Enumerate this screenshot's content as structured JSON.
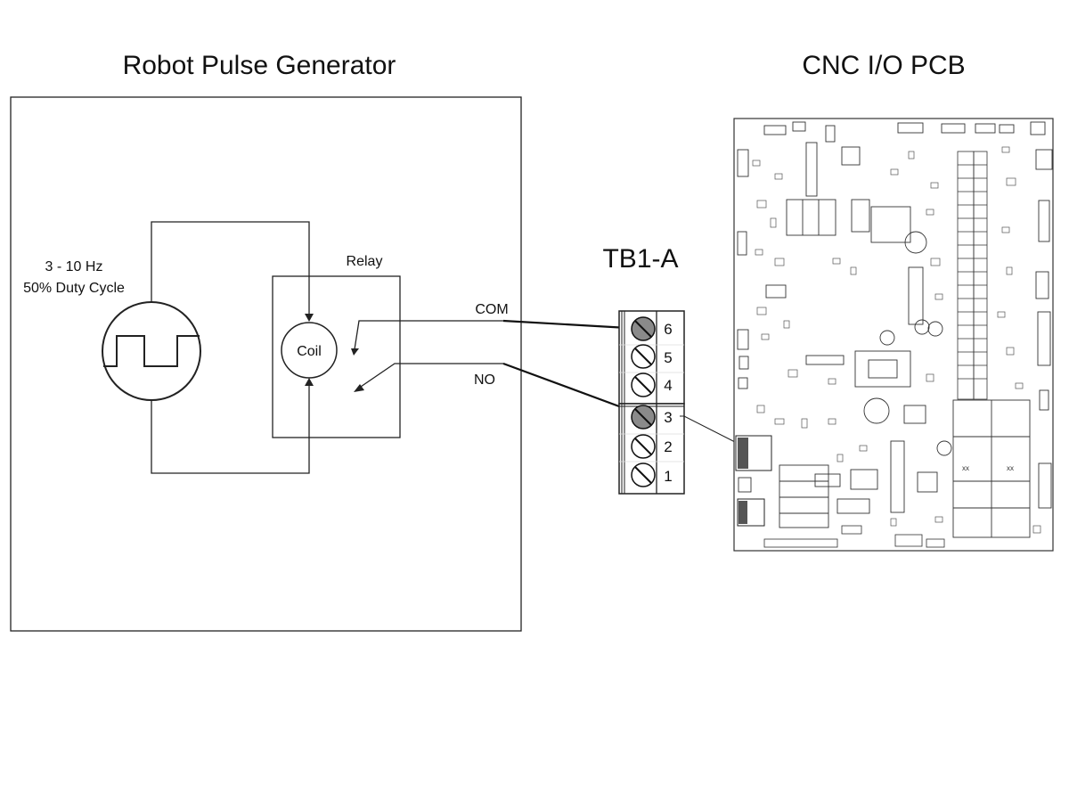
{
  "pulse_generator": {
    "title": "Robot Pulse Generator",
    "signal_frequency": "3 - 10 Hz",
    "signal_duty": "50% Duty Cycle"
  },
  "relay": {
    "label": "Relay",
    "coil_label": "Coil",
    "com_label": "COM",
    "no_label": "NO"
  },
  "terminal_block": {
    "title": "TB1-A",
    "terminals": [
      "6",
      "5",
      "4",
      "3",
      "2",
      "1"
    ],
    "wired_terminals": [
      "6",
      "3"
    ]
  },
  "pcb": {
    "title": "CNC I/O PCB"
  }
}
